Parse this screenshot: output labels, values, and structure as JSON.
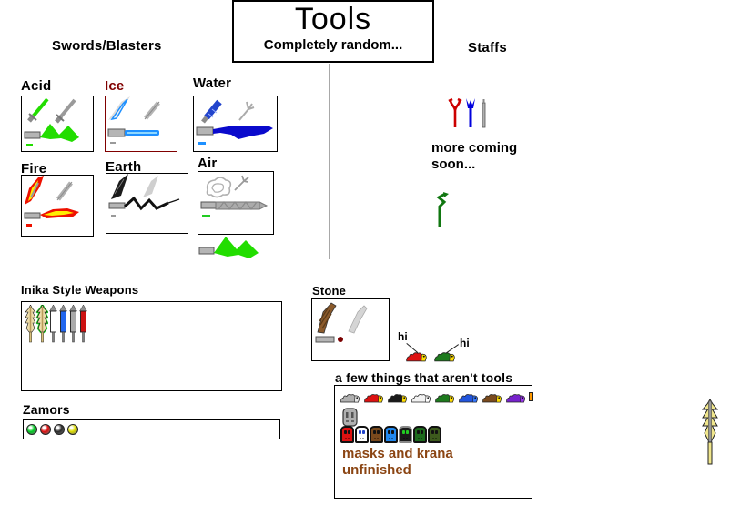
{
  "title_box": {
    "title": "Tools",
    "subtitle": "Completely random..."
  },
  "headings": {
    "swords": "Swords/Blasters",
    "staffs": "Staffs",
    "inika": "Inika Style Weapons",
    "zamors": "Zamors",
    "stone": "Stone",
    "not_tools": "a few things that aren't tools"
  },
  "staffs_note": {
    "line1": "more coming",
    "line2": "soon..."
  },
  "captions": {
    "masks_line1": "masks and krana",
    "masks_line2": "unfinished"
  },
  "hi": {
    "left": "hi",
    "right": "hi"
  },
  "element_boxes": [
    {
      "label": "Acid",
      "label_color": "#000000",
      "border_color": "#000000"
    },
    {
      "label": "Ice",
      "label_color": "#800000",
      "border_color": "#800000"
    },
    {
      "label": "Water",
      "label_color": "#000000",
      "border_color": "#000000"
    },
    {
      "label": "Fire",
      "label_color": "#000000",
      "border_color": "#000000"
    },
    {
      "label": "Earth",
      "label_color": "#000000",
      "border_color": "#000000"
    },
    {
      "label": "Air",
      "label_color": "#000000",
      "border_color": "#000000"
    }
  ],
  "colors": {
    "acid_green": "#22dd00",
    "ice_blue": "#1e90ff",
    "water_blue": "#0a0acc",
    "fire_red": "#ee1100",
    "fire_yellow": "#ffee00",
    "stone_brown": "#8b5a2b",
    "text_brown": "#8b4513",
    "staff_red": "#cc0000",
    "staff_blue": "#0000dd",
    "staff_green": "#117711",
    "divider_gray": "#a8a8a8"
  },
  "zamors": [
    "#00cc22",
    "#dd1111",
    "#2a2a2a",
    "#dddd00"
  ],
  "krana": [
    {
      "body": "#b0b0b0",
      "head": "#e8e8e8"
    },
    {
      "body": "#dd1111",
      "head": "#ffdd00"
    },
    {
      "body": "#1a1a1a",
      "head": "#ffdd00"
    },
    {
      "body": "#f2f2f2",
      "head": "#ffffff"
    },
    {
      "body": "#1d7a1d",
      "head": "#ffdd00"
    },
    {
      "body": "#2255dd",
      "head": "#3377ff"
    },
    {
      "body": "#7a4a1d",
      "head": "#ffdd00"
    },
    {
      "body": "#7722cc",
      "head": "#9933ee"
    }
  ],
  "partial_krana_color": "#ff9900",
  "hi_creatures": [
    {
      "body": "#dd1111",
      "head": "#ffdd00"
    },
    {
      "body": "#1d7a1d",
      "head": "#ffdd00"
    }
  ],
  "masks": [
    {
      "face": "#dd1111",
      "eyes": "#111111"
    },
    {
      "face": "#ffffff",
      "eyes": "#2244cc"
    },
    {
      "face": "#7a4a1d",
      "eyes": "#111111"
    },
    {
      "face": "#2288ee",
      "eyes": "#111111"
    },
    {
      "face": "#1a1a1a",
      "eyes": "#22cc22",
      "border": "#888888"
    },
    {
      "face": "#1d6a1d",
      "eyes": "#111111"
    },
    {
      "face": "#3d5a1d",
      "eyes": "#111111"
    }
  ],
  "inika_swords": [
    {
      "style": "jagged",
      "fill": "#eeddaa",
      "glow": "none"
    },
    {
      "style": "jagged",
      "fill": "#eeddaa",
      "glow": "#22cc22"
    },
    {
      "style": "straight",
      "fill": "#ffffff"
    },
    {
      "style": "straight",
      "fill": "#2266ee"
    },
    {
      "style": "straight",
      "fill": "#aaaaaa"
    },
    {
      "style": "straight",
      "fill": "#cc1111"
    }
  ]
}
